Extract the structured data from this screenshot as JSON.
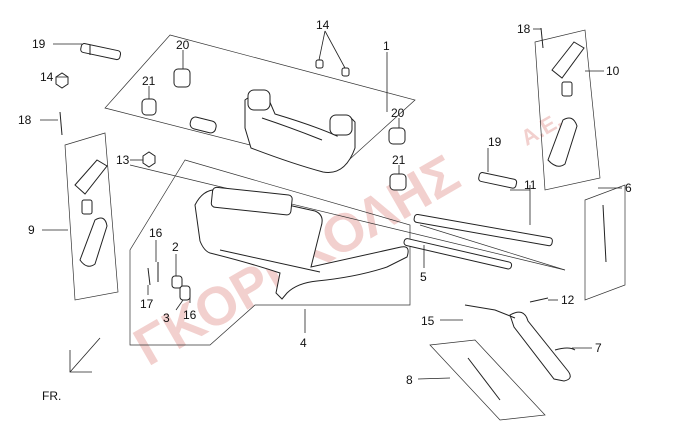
{
  "watermark": {
    "text": "ΓΚΟΡΓΚΟΛΗΣ",
    "suffix": "A.E.",
    "color": "#e8a9a6"
  },
  "orientation_label": "FR.",
  "callouts": {
    "c1": "1",
    "c2": "2",
    "c3": "3",
    "c4": "4",
    "c5": "5",
    "c6": "6",
    "c7": "7",
    "c8": "8",
    "c9": "9",
    "c10": "10",
    "c11": "11",
    "c12": "12",
    "c13": "13",
    "c14a": "14",
    "c14b": "14",
    "c15": "15",
    "c16a": "16",
    "c16b": "16",
    "c17": "17",
    "c18a": "18",
    "c18b": "18",
    "c19a": "19",
    "c19b": "19",
    "c20a": "20",
    "c20b": "20",
    "c21a": "21",
    "c21b": "21"
  }
}
